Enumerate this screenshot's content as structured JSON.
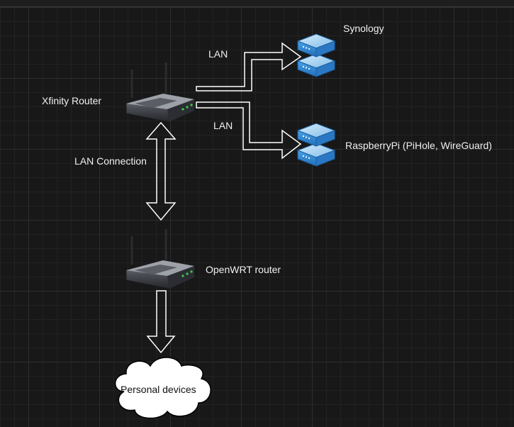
{
  "nodes": {
    "xfinity_router": {
      "label": "Xfinity Router"
    },
    "openwrt_router": {
      "label": "OpenWRT router"
    },
    "synology": {
      "label": "Synology"
    },
    "raspberrypi": {
      "label": "RaspberryPi (PiHole, WireGuard)"
    },
    "personal_devices": {
      "label": "Personal devices"
    }
  },
  "edges": {
    "lan_synology": {
      "label": "LAN"
    },
    "lan_raspberrypi": {
      "label": "LAN"
    },
    "lan_connection": {
      "label": "LAN Connection"
    }
  },
  "colors": {
    "background": "#181818",
    "stroke": "#ffffff",
    "server_blue": "#3b8fd6",
    "led_green": "#35d04a"
  }
}
